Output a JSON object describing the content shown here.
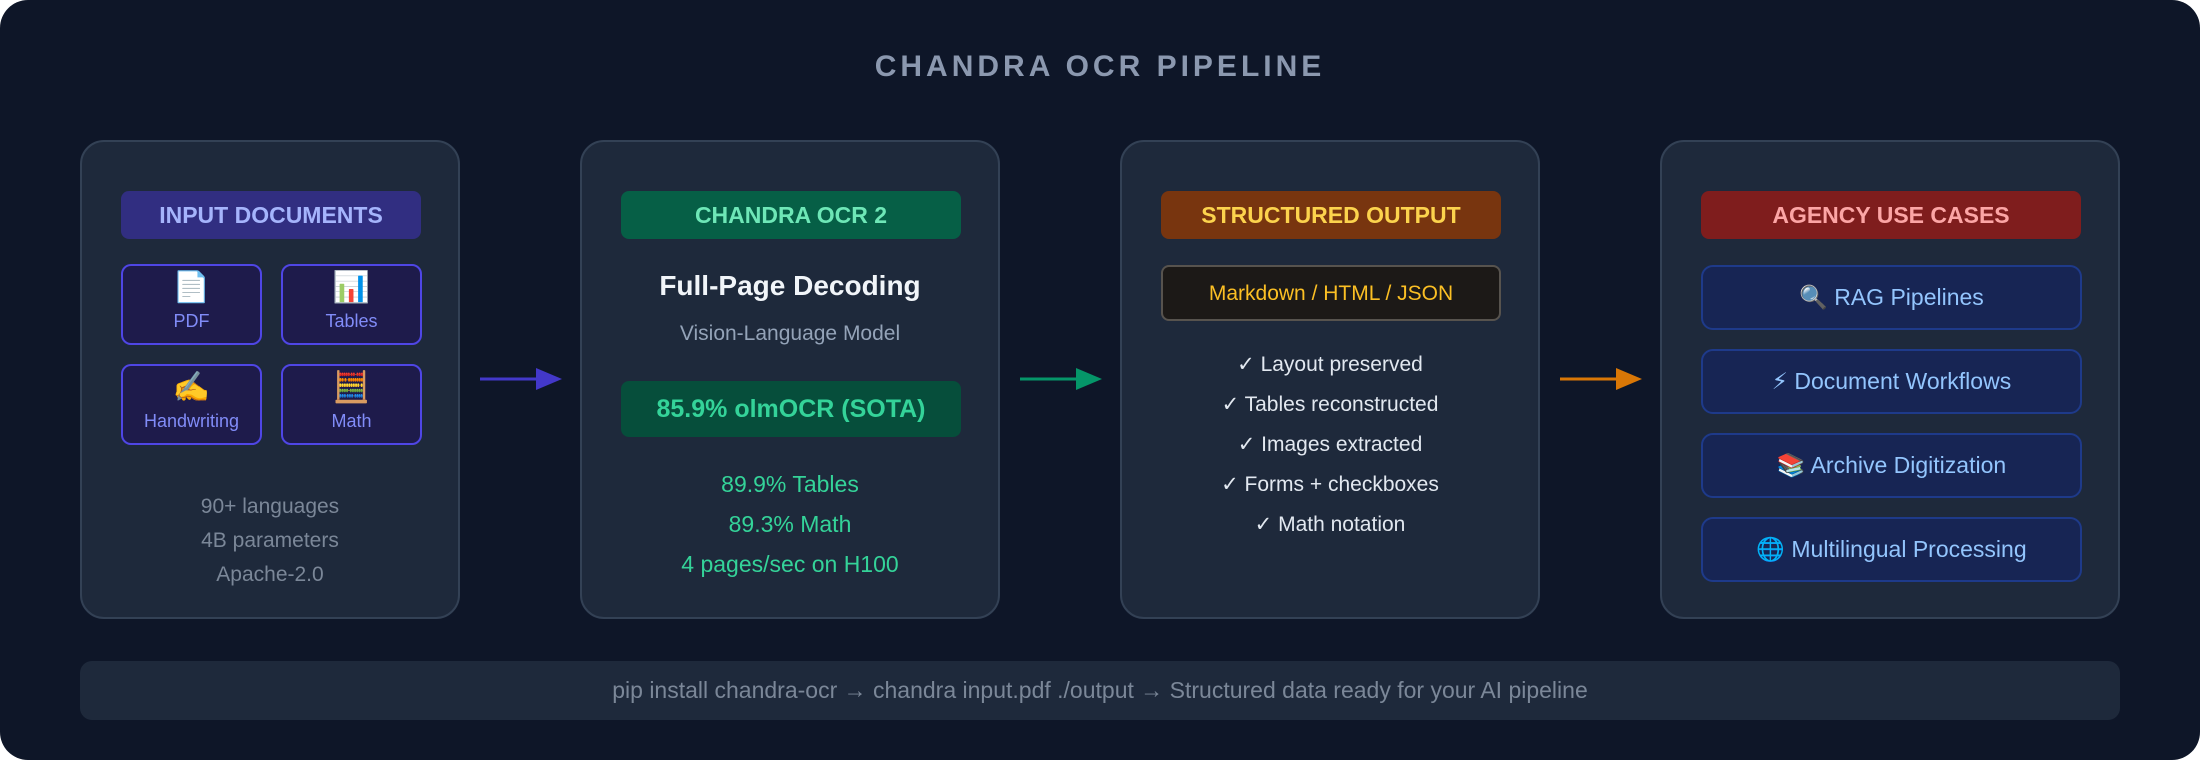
{
  "title": "CHANDRA OCR PIPELINE",
  "input": {
    "header": "INPUT DOCUMENTS",
    "tiles": [
      {
        "icon": "📄",
        "label": "PDF"
      },
      {
        "icon": "📊",
        "label": "Tables"
      },
      {
        "icon": "✍️",
        "label": "Handwriting"
      },
      {
        "icon": "🧮",
        "label": "Math"
      }
    ],
    "facts": [
      "90+ languages",
      "4B parameters",
      "Apache-2.0"
    ]
  },
  "model": {
    "header": "CHANDRA OCR 2",
    "heading": "Full-Page Decoding",
    "subheading": "Vision-Language Model",
    "score": "85.9% olmOCR (SOTA)",
    "stats": [
      "89.9% Tables",
      "89.3% Math",
      "4 pages/sec on H100"
    ]
  },
  "output": {
    "header": "STRUCTURED OUTPUT",
    "formats": "Markdown / HTML / JSON",
    "checks": [
      "✓ Layout preserved",
      "✓ Tables reconstructed",
      "✓ Images extracted",
      "✓ Forms + checkboxes",
      "✓ Math notation"
    ]
  },
  "usecases": {
    "header": "AGENCY USE CASES",
    "items": [
      {
        "icon": "🔍",
        "label": "RAG Pipelines"
      },
      {
        "icon": "⚡",
        "label": "Document Workflows"
      },
      {
        "icon": "📚",
        "label": "Archive Digitization"
      },
      {
        "icon": "🌐",
        "label": "Multilingual Processing"
      }
    ]
  },
  "footer": "pip install chandra-ocr → chandra input.pdf ./output → Structured data ready for your AI pipeline",
  "colors": {
    "background": "#0e1628",
    "panel": "#1e293b",
    "input_accent": "#4f46e5",
    "model_accent": "#10b981",
    "output_accent": "#f59e0b",
    "usecase_accent": "#ef4444",
    "arrow_input": "#4338ca",
    "arrow_model": "#059669",
    "arrow_output": "#d97706"
  }
}
